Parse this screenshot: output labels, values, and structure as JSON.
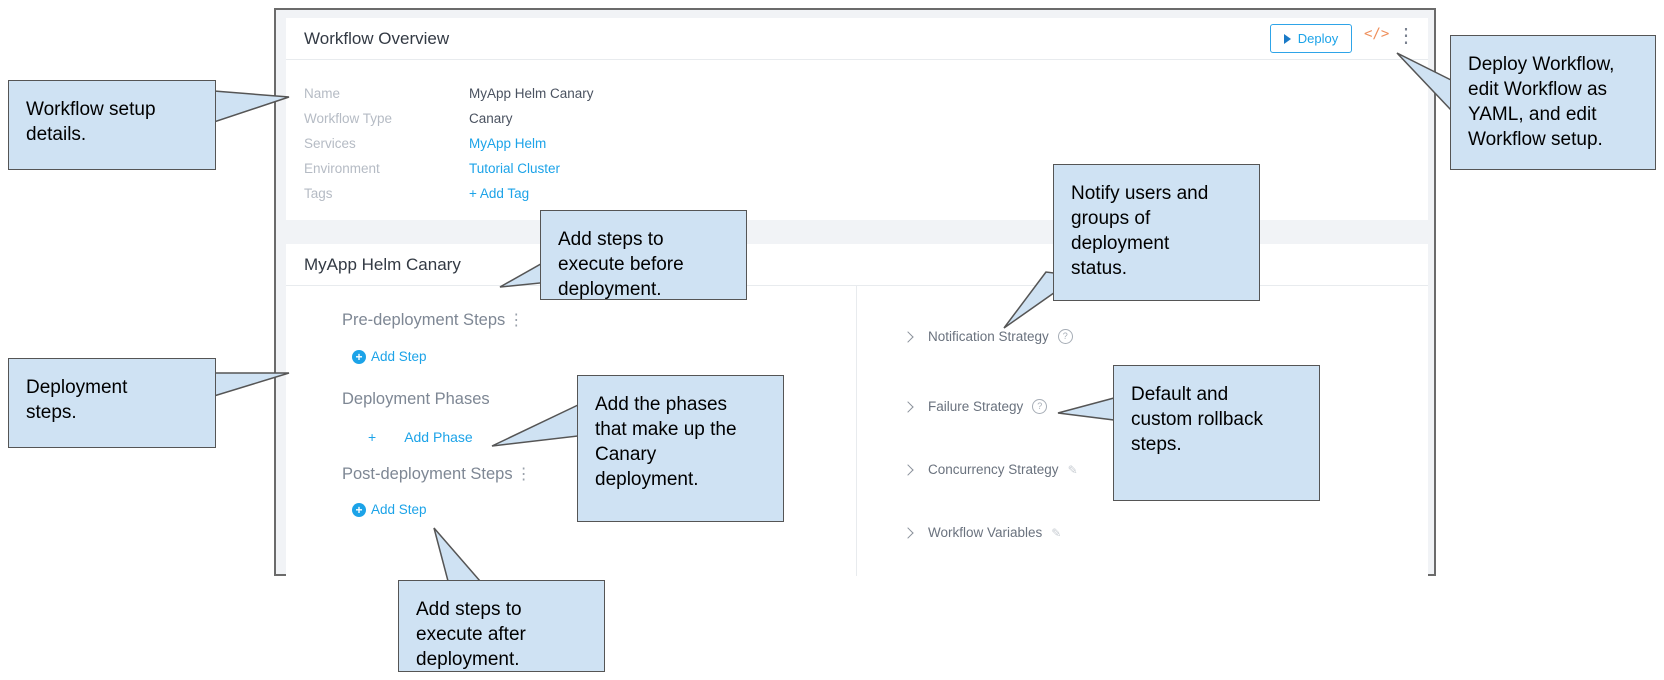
{
  "overview": {
    "title": "Workflow Overview",
    "deploy_label": "Deploy",
    "yaml_icon": "</>",
    "more_icon": "⋮",
    "details": [
      {
        "label": "Name",
        "value": "MyApp Helm Canary",
        "link": false
      },
      {
        "label": "Workflow Type",
        "value": "Canary",
        "link": false
      },
      {
        "label": "Services",
        "value": "MyApp Helm",
        "link": true
      },
      {
        "label": "Environment",
        "value": "Tutorial Cluster",
        "link": true
      },
      {
        "label": "Tags",
        "value": "+ Add Tag",
        "link": true
      }
    ]
  },
  "canary": {
    "title": "MyApp Helm Canary",
    "pre_title": "Pre-deployment Steps",
    "add_step": "Add Step",
    "phases_title": "Deployment Phases",
    "add_phase": "Add Phase",
    "post_title": "Post-deployment Steps",
    "strategies": {
      "notification": "Notification Strategy",
      "failure": "Failure Strategy",
      "concurrency": "Concurrency Strategy",
      "variables": "Workflow Variables"
    }
  },
  "callouts": {
    "setup": "Workflow setup\ndetails.",
    "deploy": "Deploy Workflow,\nedit Workflow as\nYAML, and edit\nWorkflow setup.",
    "pre": "Add steps to\nexecute before\ndeployment.",
    "notify": "Notify users and\ngroups of\ndeployment\nstatus.",
    "steps": "Deployment\nsteps.",
    "phases": "Add the phases\nthat make up the\nCanary\ndeployment.",
    "rollback": "Default and\ncustom rollback\nsteps.",
    "post": "Add steps to\nexecute after\ndeployment."
  },
  "colors": {
    "accent": "#1ca3e8",
    "callout_fill": "#cfe2f3",
    "yaml_icon": "#ef8f5b"
  }
}
